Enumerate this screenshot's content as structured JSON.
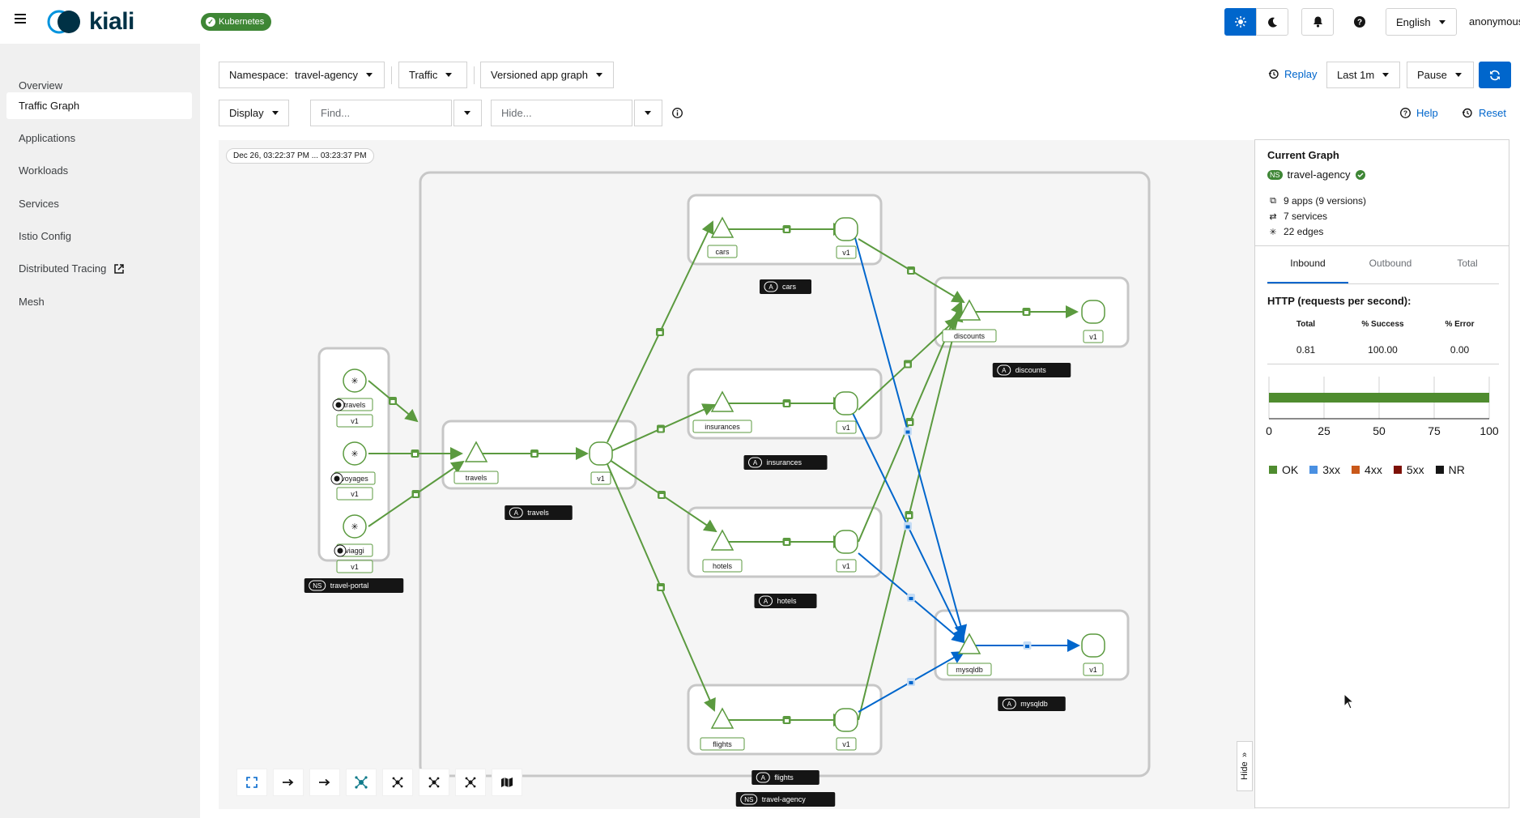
{
  "masthead": {
    "brand": "kiali",
    "cluster_badge": "Kubernetes",
    "language": "English",
    "user": "anonymous"
  },
  "sidebar": {
    "items": [
      {
        "label": "Overview"
      },
      {
        "label": "Traffic Graph"
      },
      {
        "label": "Applications"
      },
      {
        "label": "Workloads"
      },
      {
        "label": "Services"
      },
      {
        "label": "Istio Config"
      },
      {
        "label": "Distributed Tracing"
      },
      {
        "label": "Mesh"
      }
    ]
  },
  "toolbar": {
    "namespace_label": "Namespace:",
    "namespace_value": "travel-agency",
    "traffic": "Traffic",
    "graph_type": "Versioned app graph",
    "replay": "Replay",
    "duration": "Last 1m",
    "refresh": "Pause",
    "display": "Display",
    "find_placeholder": "Find...",
    "hide_placeholder": "Hide...",
    "help": "Help",
    "reset": "Reset"
  },
  "graph": {
    "timestamp": "Dec 26, 03:22:37 PM ... 03:23:37 PM",
    "labels": {
      "travels": "travels",
      "voyages": "voyages",
      "viaggi": "viaggi",
      "v1": "v1",
      "travel_portal": "travel-portal",
      "travel_agency": "travel-agency",
      "cars": "cars",
      "insurances": "insurances",
      "hotels": "hotels",
      "flights": "flights",
      "discounts": "discounts",
      "mysqldb": "mysqldb",
      "ns": "NS",
      "app": "A"
    },
    "colors": {
      "healthy": "#5b9a3f",
      "tcp": "#0066cc"
    }
  },
  "panel": {
    "title": "Current Graph",
    "namespace": "travel-agency",
    "ns_badge": "NS",
    "apps": "9 apps (9 versions)",
    "services": "7 services",
    "edges": "22 edges",
    "tabs": [
      "Inbound",
      "Outbound",
      "Total"
    ],
    "http_title": "HTTP (requests per second):",
    "table_headers": [
      "Total",
      "% Success",
      "% Error"
    ],
    "table_values": [
      "0.81",
      "100.00",
      "0.00"
    ],
    "hide": "Hide",
    "legend": [
      {
        "label": "OK",
        "color": "#4f8c2f"
      },
      {
        "label": "3xx",
        "color": "#4a90e2"
      },
      {
        "label": "4xx",
        "color": "#c9581a"
      },
      {
        "label": "5xx",
        "color": "#7d1007"
      },
      {
        "label": "NR",
        "color": "#151515"
      }
    ]
  },
  "chart_data": {
    "type": "bar",
    "categories": [
      ""
    ],
    "series": [
      {
        "name": "OK",
        "values": [
          100
        ]
      }
    ],
    "xlim": [
      0,
      100
    ],
    "xticks": [
      "0",
      "25",
      "50",
      "75",
      "100"
    ],
    "legend_position": "bottom"
  }
}
